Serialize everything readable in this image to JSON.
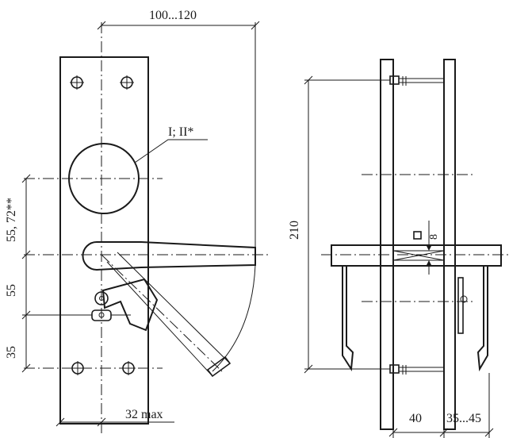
{
  "dimensions": {
    "top_width": "100...120",
    "callout": "I; II*",
    "dim_55_72": "55, 72**",
    "dim_55": "55",
    "dim_35": "35",
    "bottom_max": "32 max",
    "height_210": "210",
    "square_8": "8",
    "bottom_40": "40",
    "bottom_35_45": "35...45"
  },
  "colors": {
    "ink": "#1a1a1a",
    "paper": "#ffffff"
  }
}
